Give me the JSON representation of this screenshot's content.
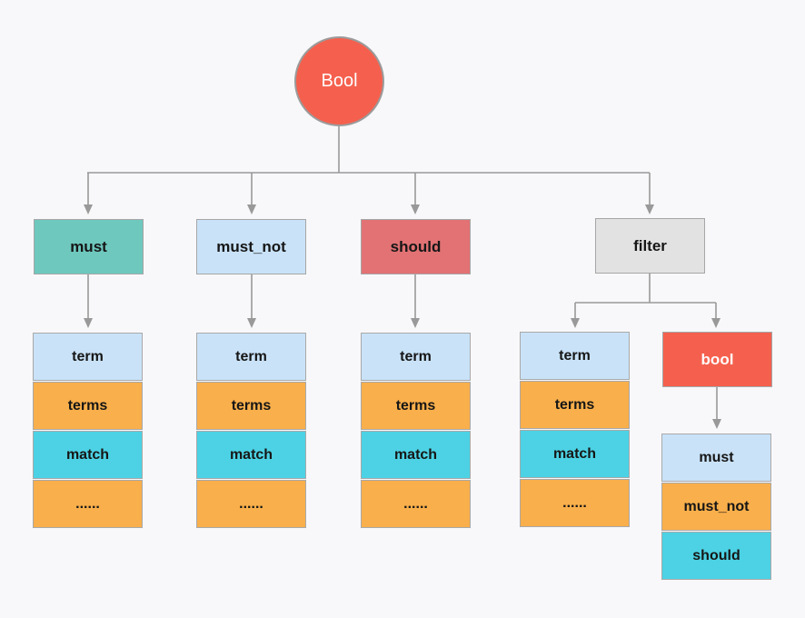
{
  "root": {
    "label": "Bool"
  },
  "branches": [
    {
      "label": "must"
    },
    {
      "label": "must_not"
    },
    {
      "label": "should"
    },
    {
      "label": "filter"
    }
  ],
  "query_stacks": [
    {
      "cells": [
        "term",
        "terms",
        "match",
        "......"
      ]
    },
    {
      "cells": [
        "term",
        "terms",
        "match",
        "......"
      ]
    },
    {
      "cells": [
        "term",
        "terms",
        "match",
        "......"
      ]
    },
    {
      "cells": [
        "term",
        "terms",
        "match",
        "......"
      ]
    }
  ],
  "nested_bool": {
    "label": "bool"
  },
  "nested_bool_stack": {
    "cells": [
      "must",
      "must_not",
      "should"
    ]
  },
  "colors": {
    "red": "#f5604e",
    "teal": "#6ec8be",
    "light_blue": "#c9e2f8",
    "salmon": "#e27274",
    "gray_box": "#e2e2e2",
    "orange": "#f9af4b",
    "cyan": "#4cd2e4",
    "line": "#999999",
    "background": "#f8f8fa"
  }
}
